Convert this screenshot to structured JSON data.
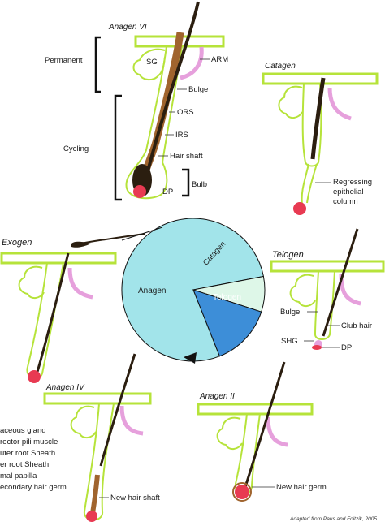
{
  "colors": {
    "sheath": "#b6e33a",
    "gland": "#b6e33a",
    "muscle": "#e6a0dc",
    "shaft": "#2b1e10",
    "irs": "#a0642e",
    "papilla": "#e83a52",
    "pie_anagen": "#a2e4ea",
    "pie_catagen": "#def7e8",
    "pie_telogen": "#3d8ed8"
  },
  "stages": {
    "anagen6": {
      "title": "Anagen VI",
      "labels": {
        "permanent": "Permanent",
        "cycling": "Cycling",
        "sg": "SG",
        "arm": "ARM",
        "bulge": "Bulge",
        "ors": "ORS",
        "irs": "IRS",
        "hair_shaft": "Hair shaft",
        "bulb": "Bulb",
        "dp": "DP"
      }
    },
    "catagen": {
      "title": "Catagen",
      "labels": {
        "regressing_1": "Regressing",
        "regressing_2": "epithelial",
        "regressing_3": "column"
      }
    },
    "exogen": {
      "title": "Exogen"
    },
    "telogen": {
      "title": "Telogen",
      "labels": {
        "bulge": "Bulge",
        "club_hair": "Club hair",
        "shg": "SHG",
        "dp": "DP"
      }
    },
    "anagen4": {
      "title": "Anagen IV",
      "labels": {
        "new_hair_shaft": "New hair shaft"
      }
    },
    "anagen2": {
      "title": "Anagen II",
      "labels": {
        "new_hair_germ": "New hair germ"
      }
    }
  },
  "pie": {
    "slices": [
      {
        "label": "Anagen",
        "value": 78
      },
      {
        "label": "Catagen",
        "value": 8
      },
      {
        "label": "Telogen",
        "value": 14
      }
    ]
  },
  "legend": [
    "aceous gland",
    "rector pili muscle",
    "uter root Sheath",
    "er root Sheath",
    "mal papilla",
    "econdary hair germ"
  ],
  "credit": "Adapted from Paus and Foitzik, 2005"
}
